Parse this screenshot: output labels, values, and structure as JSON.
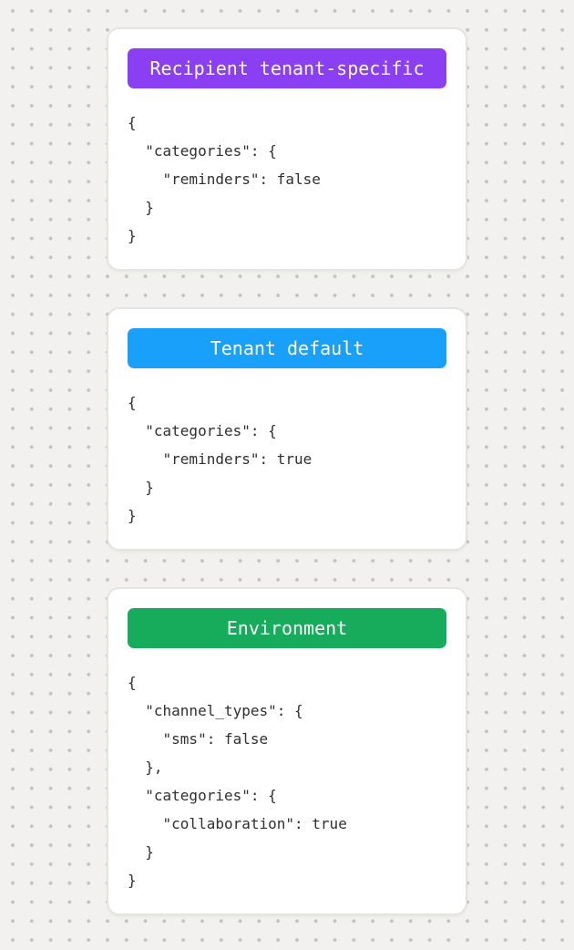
{
  "page": {
    "background_color": "#f2f1ef",
    "dot_color": "#c2c0be",
    "card_background": "#ffffff",
    "card_border_color": "#e6e4e2",
    "code_text_color": "#2f2f2f"
  },
  "cards": [
    {
      "id": "recipient-tenant-specific",
      "badge": {
        "label": "Recipient tenant-specific",
        "color": "#8a3ff2",
        "text_color": "#ffffff"
      },
      "code": "{\n  \"categories\": {\n    \"reminders\": false\n  }\n}"
    },
    {
      "id": "tenant-default",
      "badge": {
        "label": "Tenant default",
        "color": "#18a0fb",
        "text_color": "#ffffff"
      },
      "code": "{\n  \"categories\": {\n    \"reminders\": true\n  }\n}"
    },
    {
      "id": "environment",
      "badge": {
        "label": "Environment",
        "color": "#17ab5c",
        "text_color": "#ffffff"
      },
      "code": "{\n  \"channel_types\": {\n    \"sms\": false\n  },\n  \"categories\": {\n    \"collaboration\": true\n  }\n}"
    }
  ]
}
